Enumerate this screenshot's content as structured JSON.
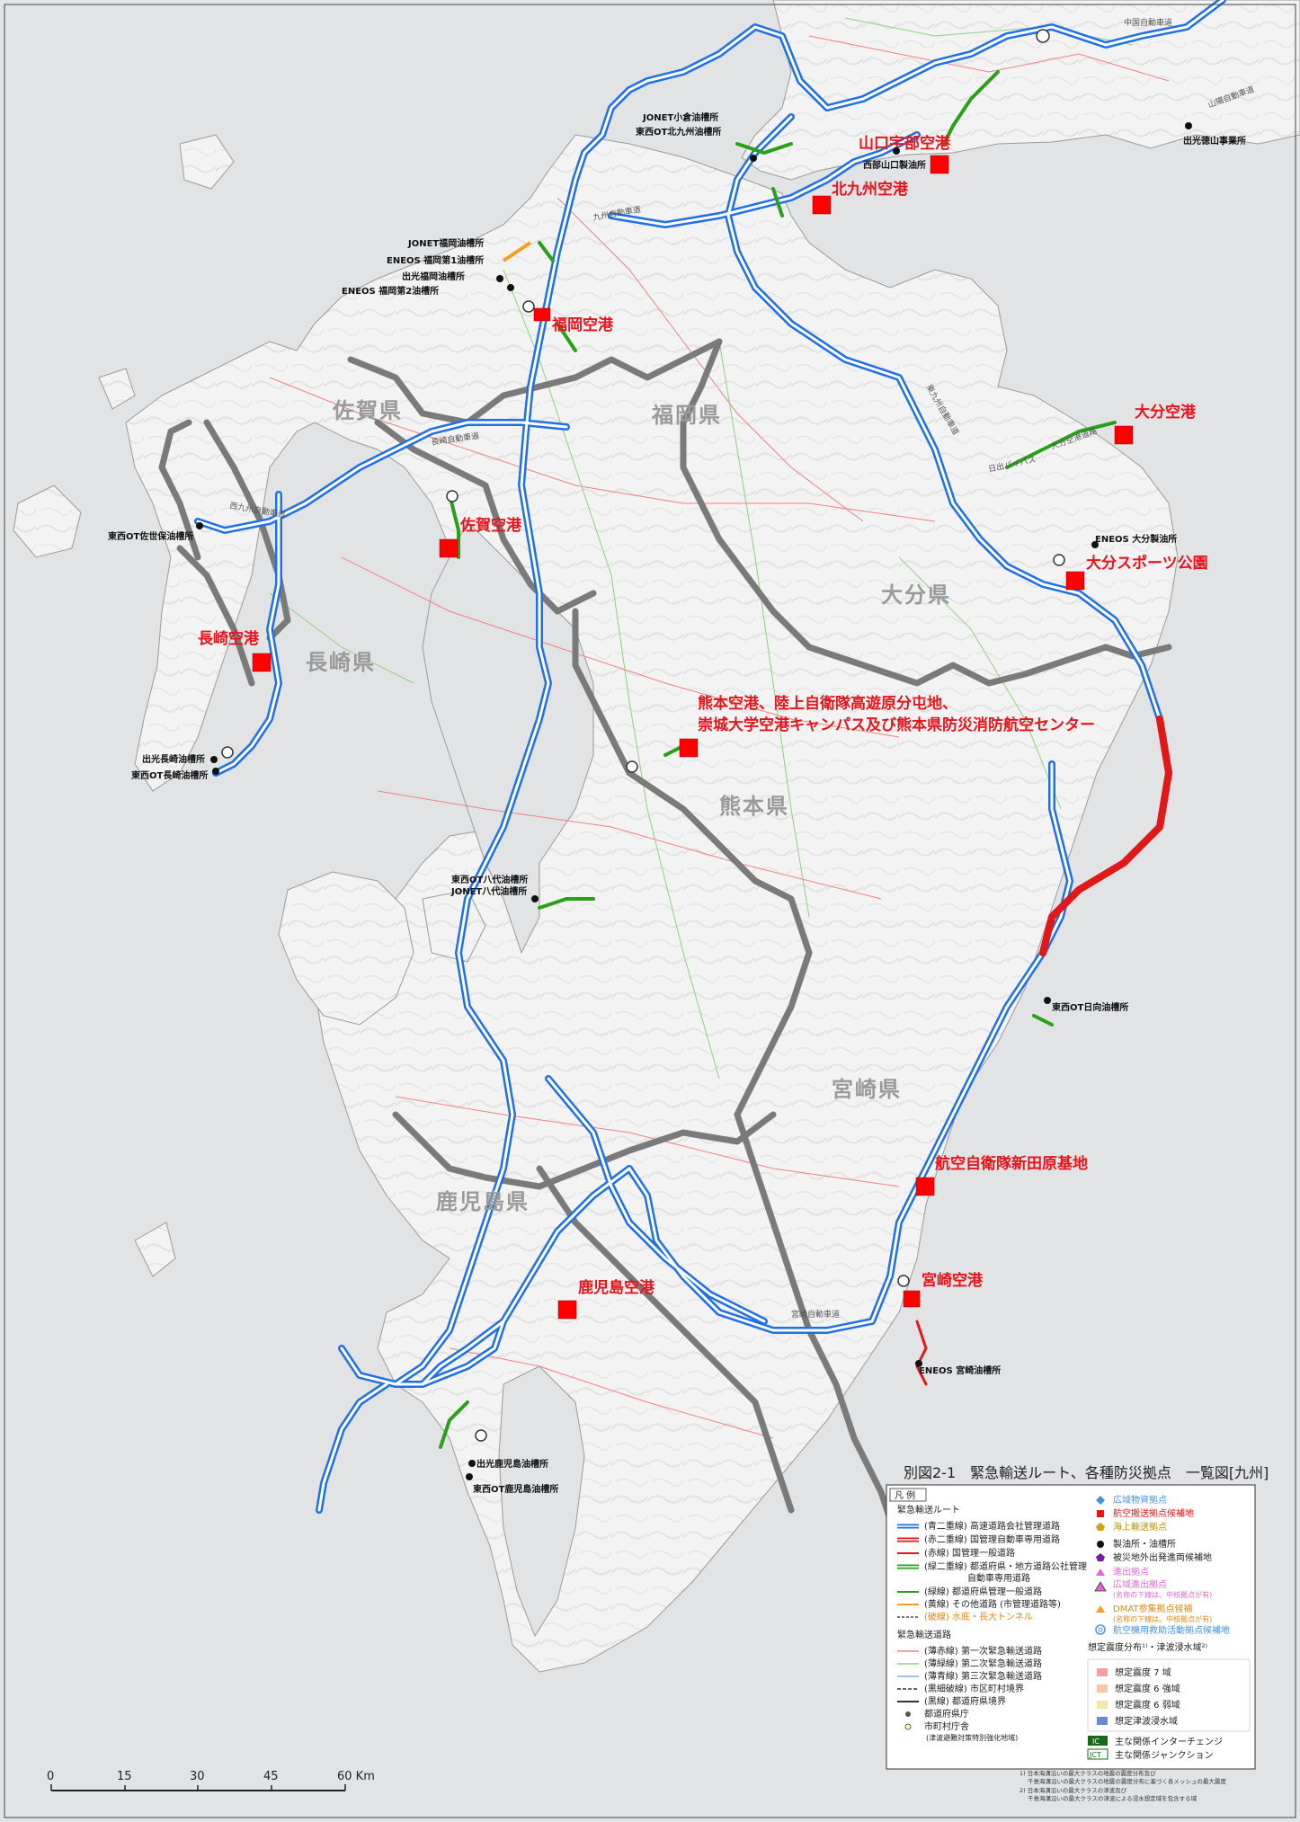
{
  "title": "別図2-1　緊急輸送ルート、各種防災拠点　一覧図[九州]",
  "prefectures": [
    "佐賀県",
    "福岡県",
    "長崎県",
    "大分県",
    "熊本県",
    "宮崎県",
    "鹿児島県"
  ],
  "airports": {
    "yamaguchi_ube": "山口宇部空港",
    "kitakyushu": "北九州空港",
    "fukuoka": "福岡空港",
    "oita": "大分空港",
    "oita_sports": "大分スポーツ公園",
    "saga": "佐賀空港",
    "nagasaki": "長崎空港",
    "kumamoto_1": "熊本空港、陸上自衛隊高遊原分屯地、",
    "kumamoto_2": "崇城大学空港キャンパス及び熊本県防災消防航空センター",
    "nyutabaru": "航空自衛隊新田原基地",
    "kagoshima": "鹿児島空港",
    "miyazaki": "宮崎空港"
  },
  "oil_depots": {
    "jonet_kokura": "JONET小倉油槽所",
    "tozai_kitakyushu": "東西OT北九州油槽所",
    "seibu_yamaguchi": "西部山口製油所",
    "idemitsu_tokuyama": "出光徳山事業所",
    "jonet_fukuoka": "JONET福岡油槽所",
    "eneos_fukuoka1": "ENEOS 福岡第1油槽所",
    "idemitsu_fukuoka": "出光福岡油槽所",
    "eneos_fukuoka2": "ENEOS 福岡第2油槽所",
    "tozai_sasebo": "東西OT佐世保油槽所",
    "eneos_oita": "ENEOS 大分製油所",
    "idemitsu_nagasaki": "出光長崎油槽所",
    "tozai_nagasaki": "東西OT長崎油槽所",
    "tozai_yatsushiro": "東西OT八代油槽所",
    "jonet_yatsushiro": "JONET八代油槽所",
    "tozai_hyuga": "東西OT日向油槽所",
    "eneos_miyazaki": "ENEOS 宮崎油槽所",
    "idemitsu_kagoshima": "出光鹿児島油槽所",
    "tozai_kagoshima": "東西OT鹿児島油槽所"
  },
  "roads": {
    "chugoku": "中国自動車道",
    "sanyo": "山陽自動車道",
    "kyushu": "九州自動車道",
    "nagasaki": "長崎自動車道",
    "nishikyushu": "西九州自動車道",
    "higashikyushu": "東九州自動車道",
    "oita_kuko": "大分空港道路",
    "hiji": "日出バイパス",
    "miyazaki": "宮崎自動車道"
  },
  "legend": {
    "header": "凡 例",
    "route_title": "緊急輸送ルート",
    "items_left": [
      "(青二重線) 高速道路会社管理道路",
      "(赤二重線) 国管理自動車専用道路",
      "(赤線) 国管理一般道路",
      "(緑二重線) 都道府県・地方道路公社管理",
      "自動車専用道路",
      "(緑線) 都道府県管理一般道路",
      "(黄線) その他道路 (市管理道路等)",
      "(破線) 水底・長大トンネル"
    ],
    "road_title": "緊急輸送道路",
    "items_road": [
      "(薄赤線) 第一次緊急輸送道路",
      "(薄緑線) 第二次緊急輸送道路",
      "(薄青線) 第三次緊急輸送道路",
      "(黒細破線) 市区町村境界",
      "(黒線) 都道府県境界",
      "都道府県庁",
      "市町村庁舎",
      "(津波避難対策特別強化地域)"
    ],
    "items_right": [
      "広域物資拠点",
      "航空搬送拠点候補地",
      "海上輸送拠点",
      "製油所・油槽所",
      "被災地外出発進両候補地",
      "進出拠点",
      "広域進出拠点",
      "(名称の下線は、中核拠点が有)",
      "DMAT参集拠点候補",
      "(名称の下線は、中核拠点が有)",
      "航空機用救助活動拠点候補地"
    ],
    "seismic_title": "想定震度分布¹⁾・津波浸水域²⁾",
    "seismic": [
      "想定震度 7 域",
      "想定震度 6 強域",
      "想定震度 6 弱域",
      "想定津波浸水域"
    ],
    "ic_badge": "IC",
    "ic": "主な関係インターチェンジ",
    "jct_badge": "JCT",
    "jct": "主な関係ジャンクション",
    "foot1": "1)  日本海溝沿いの最大クラスの地震の震度分布及び",
    "foot1b": "千島海溝沿いの最大クラスの地震の震度分布に基づく各メッシュの最大震度",
    "foot2": "2)  日本海溝沿いの最大クラスの津波及び",
    "foot2b": "千島海溝沿いの最大クラスの津波による浸水想定域を包含する域"
  },
  "scale": {
    "ticks": [
      "0",
      "15",
      "30",
      "45",
      "60 Km"
    ]
  },
  "colors": {
    "sea": "#e2e3e5",
    "land": "#fbfbfb",
    "expressway": "#1f6fe6",
    "nat_road": "#e01818",
    "pref_road": "#2aa01a",
    "other_road": "#f2a020",
    "boundary": "#7a7a7a",
    "airport": "#ff0000"
  }
}
